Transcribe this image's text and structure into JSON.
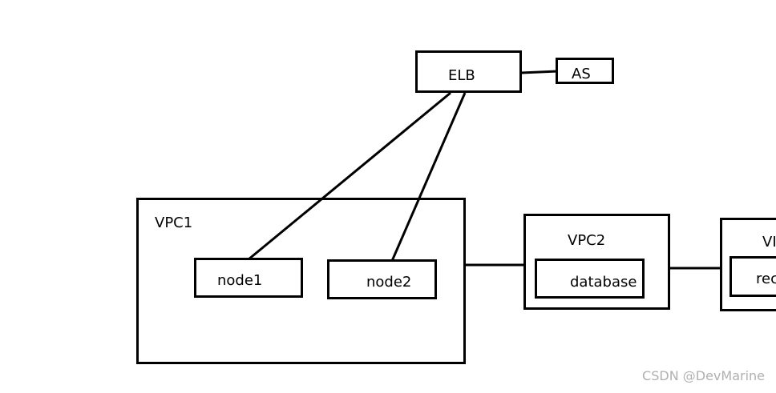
{
  "nodes": {
    "elb": "ELB",
    "as": "AS",
    "vpc1": "VPC1",
    "node1": "node1",
    "node2": "node2",
    "vpc2": "VPC2",
    "database": "database",
    "vpc3_partial": "VI",
    "rec_partial": "rec"
  },
  "watermark": "CSDN @DevMarine"
}
